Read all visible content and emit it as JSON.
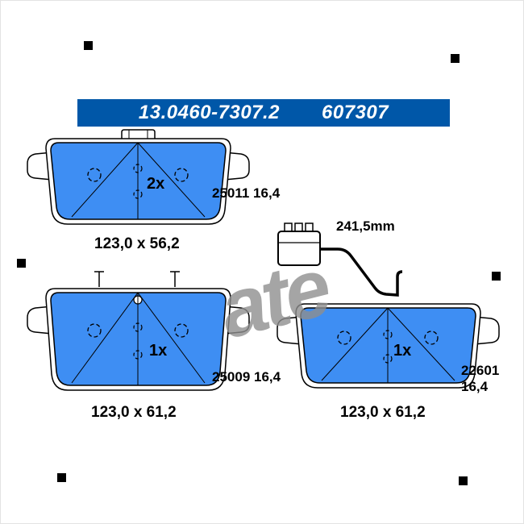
{
  "header": {
    "part_number": "13.0460-7307.2",
    "reference_number": "607307"
  },
  "watermark_text": "ate",
  "top_pad": {
    "quantity": "2x",
    "part_code": "25011 16,4",
    "dimensions": "123,0 x 56,2"
  },
  "sensor": {
    "length": "241,5mm"
  },
  "bottom_left_pad": {
    "quantity": "1x",
    "part_code": "25009 16,4",
    "dimensions": "123,0 x 61,2"
  },
  "bottom_right_pad": {
    "quantity": "1x",
    "part_code_line1": "22601",
    "part_code_line2": "16,4",
    "dimensions": "123,0 x 61,2"
  },
  "colors": {
    "header_bg": "#0057A8",
    "pad_fill": "#3E8EF3",
    "watermark": "#8F8F8F",
    "outline": "#000000"
  }
}
